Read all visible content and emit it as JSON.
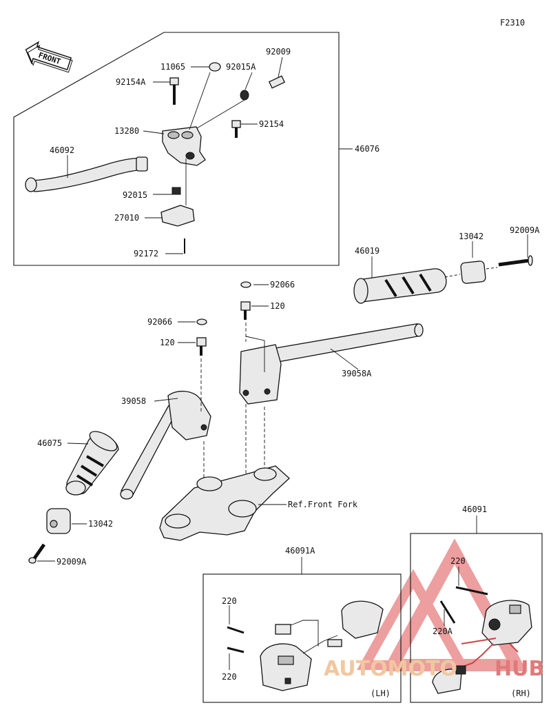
{
  "figure_code": "F2310",
  "front_label": "FRONT",
  "watermark": {
    "left": "AUTOMOTO",
    "right": "HUB",
    "left_color": "#f2c7a0",
    "right_color": "#e07a7a"
  },
  "parts": {
    "p11065": "11065",
    "p92009_top": "92009",
    "p92015a": "92015A",
    "p92154a": "92154A",
    "p92154": "92154",
    "p13280": "13280",
    "p46092": "46092",
    "p46076": "46076",
    "p92015": "92015",
    "p27010": "27010",
    "p92172": "92172",
    "p46019": "46019",
    "p13042_r": "13042",
    "p92009a_r": "92009A",
    "p92066_a": "92066",
    "p120_a": "120",
    "p92066_b": "92066",
    "p120_b": "120",
    "p39058a": "39058A",
    "p39058": "39058",
    "p46075": "46075",
    "p13042_l": "13042",
    "p92009a_l": "92009A",
    "ref_front_fork": "Ref.Front Fork",
    "p46091": "46091",
    "p46091a": "46091A",
    "p220_r1": "220",
    "p220a": "220A",
    "p220_l1": "220",
    "p220_l2": "220",
    "lh": "(LH)",
    "rh": "(RH)"
  }
}
